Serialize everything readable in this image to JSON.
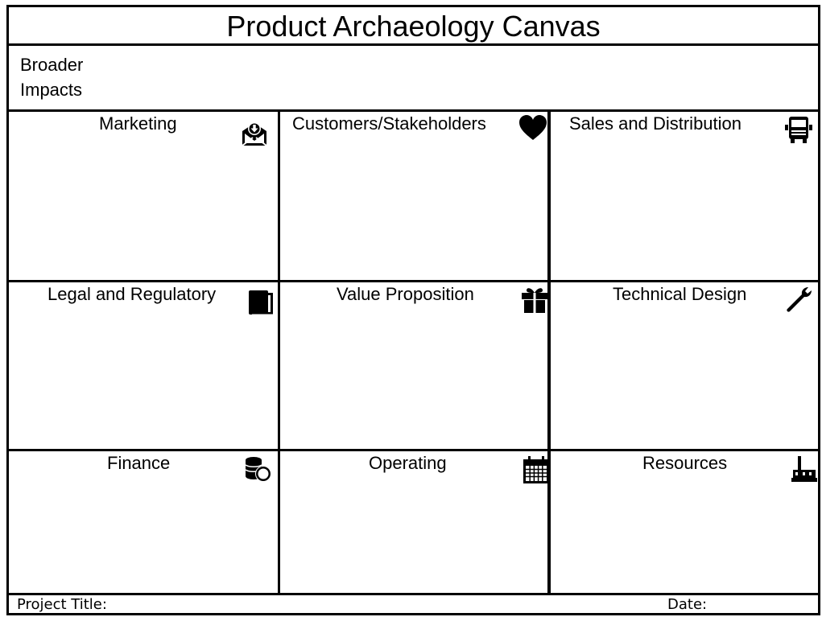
{
  "title": "Product Archaeology Canvas",
  "broader_impacts": {
    "label_line1": "Broader",
    "label_line2": "Impacts"
  },
  "cells": {
    "marketing": "Marketing",
    "customers": "Customers/Stakeholders",
    "sales": "Sales and Distribution",
    "legal": "Legal and Regulatory",
    "value": "Value Proposition",
    "technical": "Technical Design",
    "finance": "Finance",
    "operating": "Operating",
    "resources": "Resources"
  },
  "footer": {
    "project_title": "Project Title:",
    "date": "Date:"
  },
  "icons": {
    "marketing": "envelope-download-icon",
    "customers": "heart-icon",
    "sales": "truck-icon",
    "legal": "book-icon",
    "value": "gift-icon",
    "technical": "wrench-icon",
    "finance": "coins-icon",
    "operating": "calendar-icon",
    "resources": "factory-icon"
  }
}
